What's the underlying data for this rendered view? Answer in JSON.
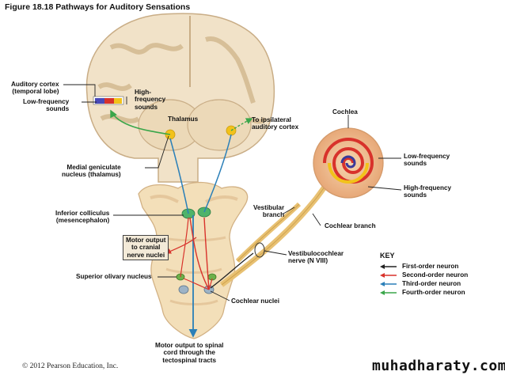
{
  "title": "Figure 18.18  Pathways for Auditory Sensations",
  "labels": {
    "auditory_cortex": "Auditory cortex\n(temporal lobe)",
    "low_freq_left": "Low-frequency\nsounds",
    "high_freq_left": "High-\nfrequency\nsounds",
    "thalamus": "Thalamus",
    "ipsilateral": "To ipsilateral\nauditory cortex",
    "cochlea": "Cochlea",
    "low_freq_right": "Low-frequency\nsounds",
    "high_freq_right": "High-frequency\nsounds",
    "medial_geniculate": "Medial geniculate\nnucleus (thalamus)",
    "vestibular_branch": "Vestibular\nbranch",
    "cochlear_branch": "Cochlear branch",
    "inferior_colliculus": "Inferior colliculus\n(mesencephalon)",
    "motor_output_cranial": "Motor output\nto cranial\nnerve nuclei",
    "vestibulocochlear": "Vestibulocochlear\nnerve (N VIII)",
    "superior_olivary": "Superior olivary nucleus",
    "cochlear_nuclei": "Cochlear nuclei",
    "motor_output_spinal": "Motor output to spinal\ncord through the\ntectospinal tracts"
  },
  "key": {
    "title": "KEY",
    "items": [
      {
        "label": "First-order neuron",
        "color": "#222222"
      },
      {
        "label": "Second-order neuron",
        "color": "#d8322b"
      },
      {
        "label": "Third-order neuron",
        "color": "#2a7fb8"
      },
      {
        "label": "Fourth-order neuron",
        "color": "#3aa64a"
      }
    ]
  },
  "footer": {
    "copyright": "© 2012 Pearson Education, Inc.",
    "watermark": "muhadharaty.com"
  }
}
